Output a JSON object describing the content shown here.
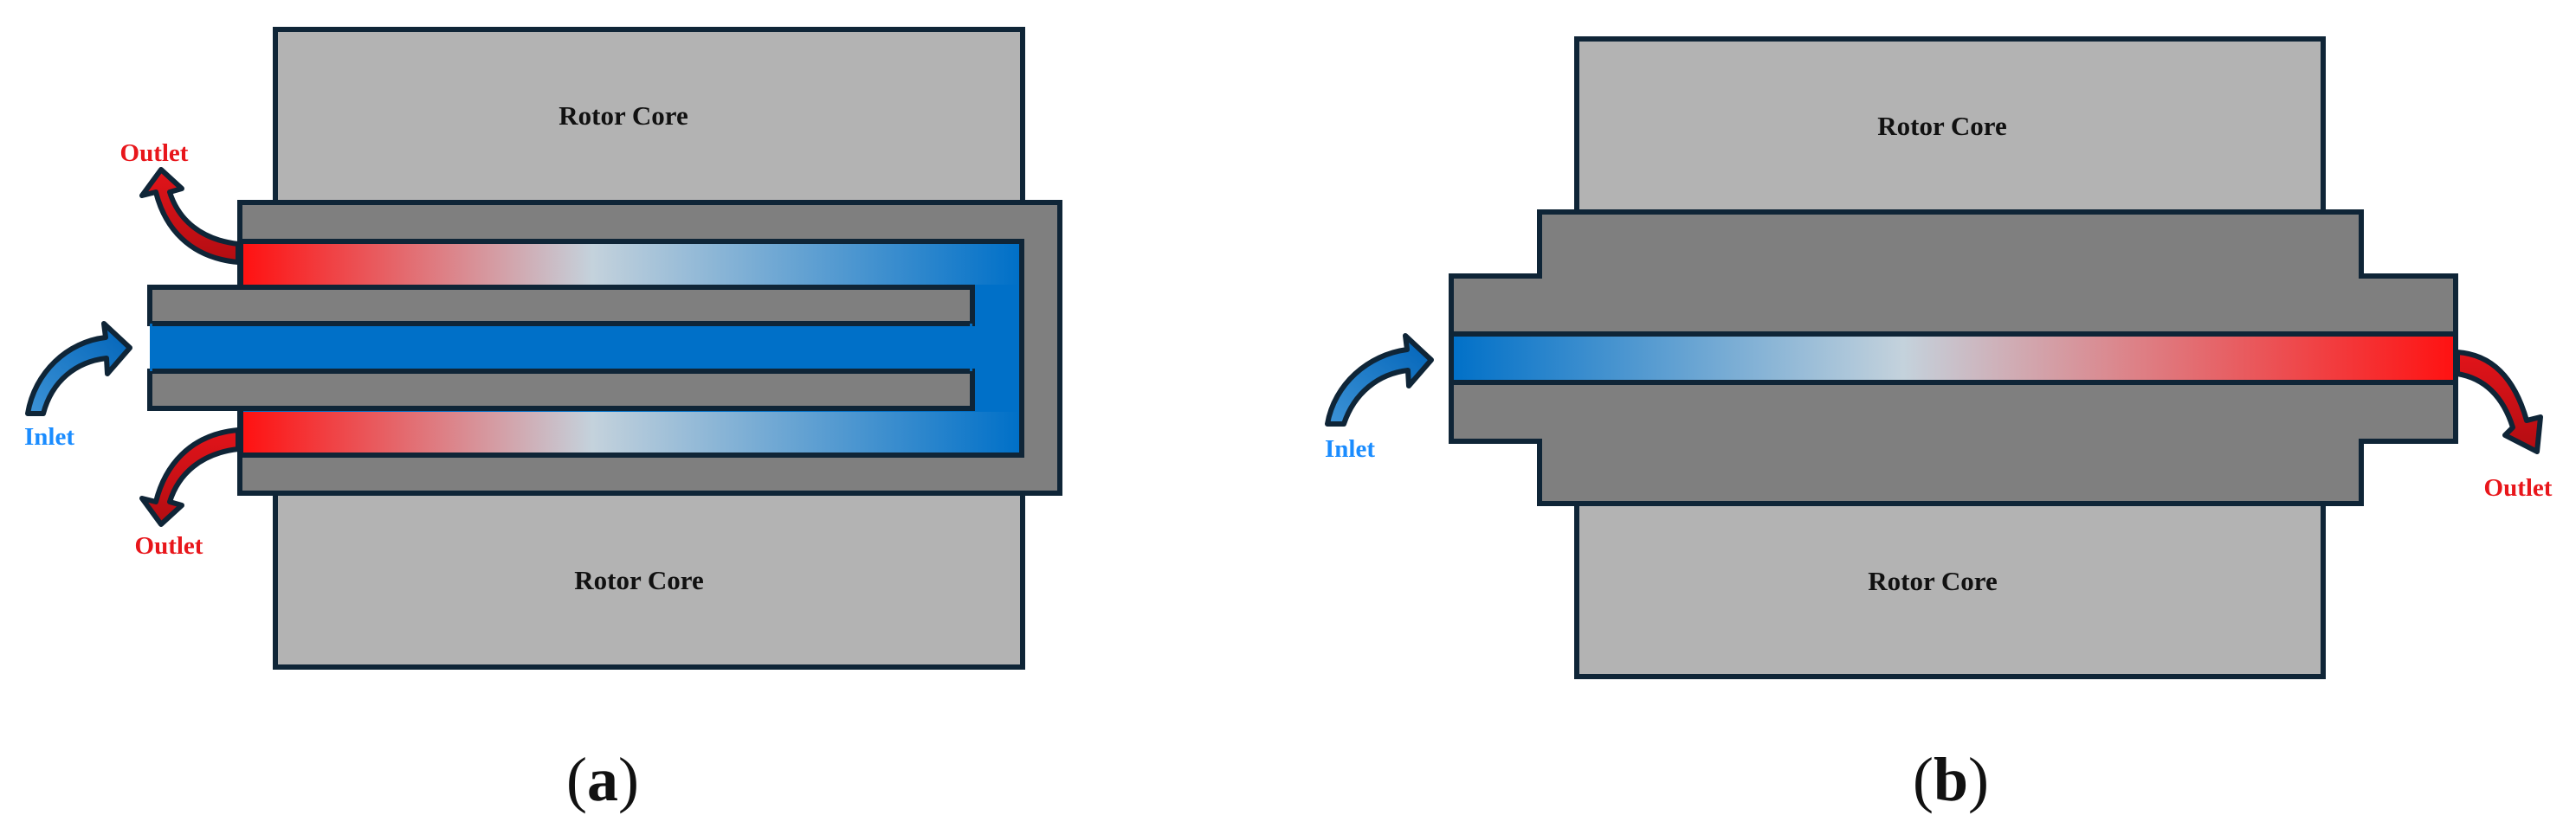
{
  "colors": {
    "outline": "#0f2537",
    "rotor_core": "#b3b3b3",
    "shaft": "#7f7f7f",
    "cold": "#0070c8",
    "mid": "#c4d2dc",
    "hot": "#ff1111",
    "inlet_text": "#1a8cff",
    "outlet_text": "#e8161b"
  },
  "panel_a": {
    "rotor_core_top": "Rotor Core",
    "rotor_core_bottom": "Rotor Core",
    "outlet_top": "Outlet",
    "outlet_bottom": "Outlet",
    "inlet": "Inlet",
    "caption_open": "(",
    "caption_letter": "a",
    "caption_close": ")"
  },
  "panel_b": {
    "rotor_core_top": "Rotor Core",
    "rotor_core_bottom": "Rotor Core",
    "inlet": "Inlet",
    "outlet": "Outlet",
    "caption_open": "(",
    "caption_letter": "b",
    "caption_close": ")"
  }
}
